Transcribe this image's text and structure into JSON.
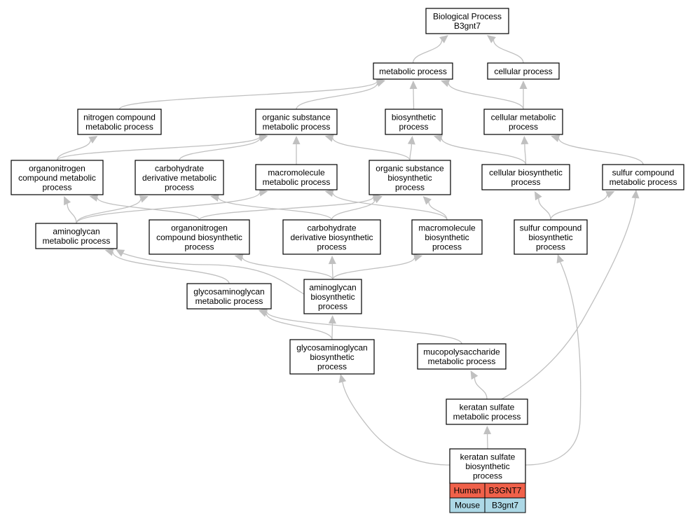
{
  "colors": {
    "edge": "#c0c0c0",
    "node_border": "#000000",
    "node_fill": "#ffffff",
    "human_row": "#f0614a",
    "mouse_row": "#add8e6"
  },
  "nodes": [
    {
      "id": "bp",
      "lines": [
        "Biological Process",
        "B3gnt7"
      ]
    },
    {
      "id": "mp",
      "lines": [
        "metabolic process"
      ]
    },
    {
      "id": "cp",
      "lines": [
        "cellular process"
      ]
    },
    {
      "id": "ncmp",
      "lines": [
        "nitrogen compound",
        "metabolic process"
      ]
    },
    {
      "id": "osmp",
      "lines": [
        "organic substance",
        "metabolic process"
      ]
    },
    {
      "id": "biop",
      "lines": [
        "biosynthetic",
        "process"
      ]
    },
    {
      "id": "cmp",
      "lines": [
        "cellular metabolic",
        "process"
      ]
    },
    {
      "id": "oncmp",
      "lines": [
        "organonitrogen",
        "compound metabolic",
        "process"
      ]
    },
    {
      "id": "cdmp",
      "lines": [
        "carbohydrate",
        "derivative metabolic",
        "process"
      ]
    },
    {
      "id": "mmp",
      "lines": [
        "macromolecule",
        "metabolic process"
      ]
    },
    {
      "id": "osbp",
      "lines": [
        "organic substance",
        "biosynthetic",
        "process"
      ]
    },
    {
      "id": "cbp",
      "lines": [
        "cellular biosynthetic",
        "process"
      ]
    },
    {
      "id": "scmp",
      "lines": [
        "sulfur compound",
        "metabolic process"
      ]
    },
    {
      "id": "agmp",
      "lines": [
        "aminoglycan",
        "metabolic process"
      ]
    },
    {
      "id": "oncbp",
      "lines": [
        "organonitrogen",
        "compound biosynthetic",
        "process"
      ]
    },
    {
      "id": "cdbp",
      "lines": [
        "carbohydrate",
        "derivative biosynthetic",
        "process"
      ]
    },
    {
      "id": "mbp",
      "lines": [
        "macromolecule",
        "biosynthetic",
        "process"
      ]
    },
    {
      "id": "scbp",
      "lines": [
        "sulfur compound",
        "biosynthetic",
        "process"
      ]
    },
    {
      "id": "gagmp",
      "lines": [
        "glycosaminoglycan",
        "metabolic process"
      ]
    },
    {
      "id": "agbp",
      "lines": [
        "aminoglycan",
        "biosynthetic",
        "process"
      ]
    },
    {
      "id": "gagbp",
      "lines": [
        "glycosaminoglycan",
        "biosynthetic",
        "process"
      ]
    },
    {
      "id": "mpsmp",
      "lines": [
        "mucopolysaccharide",
        "metabolic process"
      ]
    },
    {
      "id": "ksmp",
      "lines": [
        "keratan sulfate",
        "metabolic process"
      ]
    },
    {
      "id": "ksbp",
      "lines": [
        "keratan sulfate",
        "biosynthetic",
        "process"
      ]
    }
  ],
  "edges": [
    {
      "from": "mp",
      "to": "bp"
    },
    {
      "from": "cp",
      "to": "bp"
    },
    {
      "from": "ncmp",
      "to": "mp"
    },
    {
      "from": "osmp",
      "to": "mp"
    },
    {
      "from": "biop",
      "to": "mp"
    },
    {
      "from": "cmp",
      "to": "mp"
    },
    {
      "from": "cmp",
      "to": "cp"
    },
    {
      "from": "oncmp",
      "to": "ncmp"
    },
    {
      "from": "oncmp",
      "to": "osmp"
    },
    {
      "from": "cdmp",
      "to": "osmp"
    },
    {
      "from": "mmp",
      "to": "osmp"
    },
    {
      "from": "osbp",
      "to": "osmp"
    },
    {
      "from": "osbp",
      "to": "biop"
    },
    {
      "from": "cbp",
      "to": "biop"
    },
    {
      "from": "cbp",
      "to": "cmp"
    },
    {
      "from": "scmp",
      "to": "cmp"
    },
    {
      "from": "agmp",
      "to": "oncmp"
    },
    {
      "from": "agmp",
      "to": "cdmp"
    },
    {
      "from": "agmp",
      "to": "mmp"
    },
    {
      "from": "oncbp",
      "to": "oncmp"
    },
    {
      "from": "oncbp",
      "to": "osbp"
    },
    {
      "from": "cdbp",
      "to": "cdmp"
    },
    {
      "from": "cdbp",
      "to": "osbp"
    },
    {
      "from": "mbp",
      "to": "mmp"
    },
    {
      "from": "mbp",
      "to": "osbp"
    },
    {
      "from": "scbp",
      "to": "cbp"
    },
    {
      "from": "scbp",
      "to": "scmp"
    },
    {
      "from": "gagmp",
      "to": "agmp"
    },
    {
      "from": "agbp",
      "to": "agmp"
    },
    {
      "from": "agbp",
      "to": "oncbp"
    },
    {
      "from": "agbp",
      "to": "cdbp"
    },
    {
      "from": "agbp",
      "to": "mbp"
    },
    {
      "from": "gagbp",
      "to": "gagmp"
    },
    {
      "from": "gagbp",
      "to": "agbp"
    },
    {
      "from": "mpsmp",
      "to": "gagmp"
    },
    {
      "from": "ksmp",
      "to": "mpsmp"
    },
    {
      "from": "ksmp",
      "to": "scmp"
    },
    {
      "from": "ksbp",
      "to": "ksmp"
    },
    {
      "from": "ksbp",
      "to": "gagbp"
    },
    {
      "from": "ksbp",
      "to": "scbp"
    }
  ],
  "legend": {
    "rows": [
      {
        "species": "Human",
        "gene": "B3GNT7",
        "color_key": "human_row"
      },
      {
        "species": "Mouse",
        "gene": "B3gnt7",
        "color_key": "mouse_row"
      }
    ]
  }
}
